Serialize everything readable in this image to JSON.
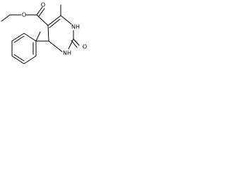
{
  "atom_labels": {
    "ester_carbonyl_oxygen": "O",
    "ester_oxygen": "O",
    "ring_nh_top": "NH",
    "ring_nh_bottom": "NH",
    "urea_oxygen": "O"
  }
}
